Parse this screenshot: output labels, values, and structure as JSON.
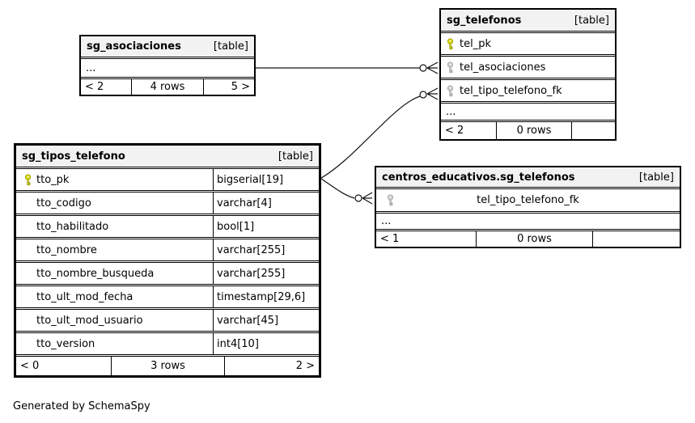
{
  "credit": "Generated by SchemaSpy",
  "colors": {
    "pk_key": "#d3d300",
    "fk_key": "#c9c9c9",
    "header_bg": "#f2f2f2",
    "line": "#141414"
  },
  "icons": {
    "primary_key": "primary-key-icon",
    "foreign_key": "foreign-key-icon",
    "cardinality_end": "crow-foot-circle-icon"
  },
  "tables": {
    "sg_asociaciones": {
      "title": "sg_asociaciones",
      "tag": "[table]",
      "ellipsis": "...",
      "footer": {
        "left": "< 2",
        "center": "4 rows",
        "right": "5 >"
      }
    },
    "sg_telefonos": {
      "title": "sg_telefonos",
      "tag": "[table]",
      "columns": [
        {
          "name": "tel_pk",
          "key": "pk"
        },
        {
          "name": "tel_asociaciones",
          "key": "fk"
        },
        {
          "name": "tel_tipo_telefono_fk",
          "key": "fk"
        }
      ],
      "ellipsis": "...",
      "footer": {
        "left": "< 2",
        "center": "0 rows",
        "right": ""
      }
    },
    "sg_tipos_telefono": {
      "title": "sg_tipos_telefono",
      "tag": "[table]",
      "columns": [
        {
          "name": "tto_pk",
          "type": "bigserial[19]",
          "key": "pk"
        },
        {
          "name": "tto_codigo",
          "type": "varchar[4]"
        },
        {
          "name": "tto_habilitado",
          "type": "bool[1]"
        },
        {
          "name": "tto_nombre",
          "type": "varchar[255]"
        },
        {
          "name": "tto_nombre_busqueda",
          "type": "varchar[255]"
        },
        {
          "name": "tto_ult_mod_fecha",
          "type": "timestamp[29,6]"
        },
        {
          "name": "tto_ult_mod_usuario",
          "type": "varchar[45]"
        },
        {
          "name": "tto_version",
          "type": "int4[10]"
        }
      ],
      "footer": {
        "left": "< 0",
        "center": "3 rows",
        "right": "2 >"
      }
    },
    "centros_educativos_sg_telefonos": {
      "title": "centros_educativos.sg_telefonos",
      "tag": "[table]",
      "columns": [
        {
          "name": "tel_tipo_telefono_fk",
          "key": "fk"
        }
      ],
      "ellipsis": "...",
      "footer": {
        "left": "< 1",
        "center": "0 rows",
        "right": ""
      }
    }
  },
  "relationships": [
    {
      "from": "sg_asociaciones",
      "to": "sg_telefonos.tel_asociaciones"
    },
    {
      "from": "sg_tipos_telefono.tto_pk",
      "to": "sg_telefonos.tel_tipo_telefono_fk"
    },
    {
      "from": "sg_tipos_telefono.tto_pk",
      "to": "centros_educativos.sg_telefonos.tel_tipo_telefono_fk"
    }
  ]
}
